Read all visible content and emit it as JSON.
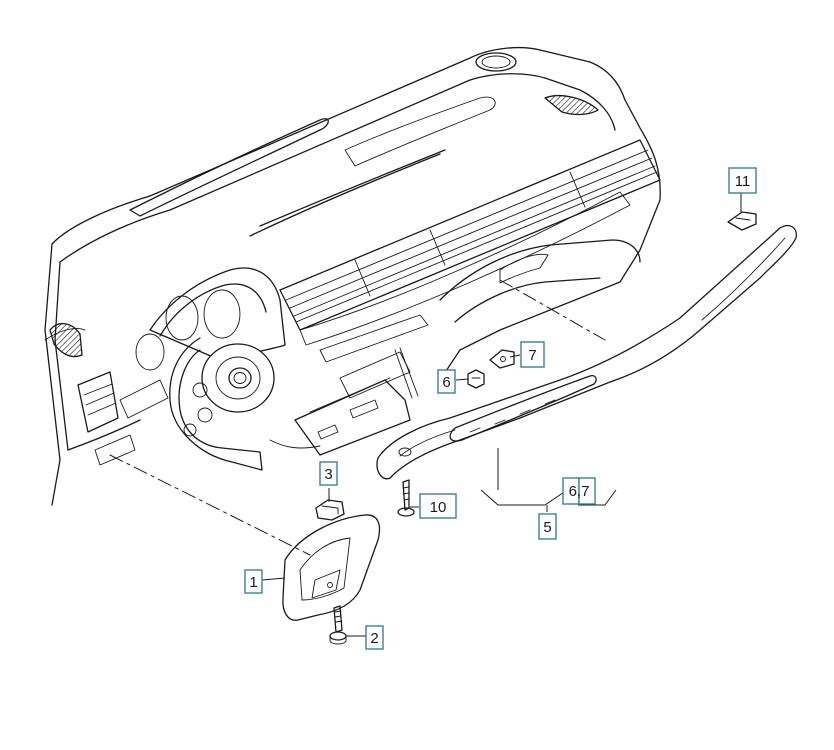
{
  "callouts": [
    {
      "id": "1",
      "label": "1"
    },
    {
      "id": "2",
      "label": "2"
    },
    {
      "id": "3",
      "label": "3"
    },
    {
      "id": "5",
      "label": "5"
    },
    {
      "id": "6",
      "label": "6"
    },
    {
      "id": "67",
      "label": "6,7"
    },
    {
      "id": "7",
      "label": "7"
    },
    {
      "id": "10",
      "label": "10"
    },
    {
      "id": "11",
      "label": "11"
    }
  ]
}
